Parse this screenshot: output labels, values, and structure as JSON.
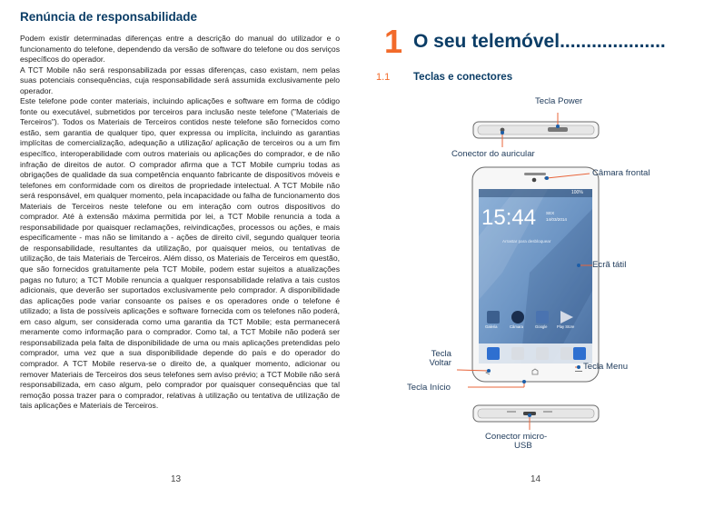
{
  "left_page": {
    "heading": "Renúncia de responsabilidade",
    "paragraphs": [
      "Podem existir determinadas diferenças entre a descrição do manual do utilizador e o funcionamento do telefone, dependendo da versão de software do telefone ou dos serviços específicos do operador.",
      "A TCT Mobile não será responsabilizada por essas diferenças, caso existam, nem pelas suas potenciais consequências, cuja responsabilidade será assumida exclusivamente pelo operador.",
      "Este telefone pode conter materiais, incluindo aplicações e software em forma de código fonte ou executável, submetidos por terceiros para inclusão neste telefone (\"Materiais de Terceiros\"). Todos os Materiais de Terceiros contidos neste telefone são fornecidos como estão, sem garantia de qualquer tipo, quer expressa ou implícita, incluindo as garantias implícitas de comercialização, adequação a utilização/ aplicação de terceiros ou a um fim específico, interoperabilidade com outros materiais ou aplicações do comprador, e de não infração de direitos de autor. O comprador afirma que a TCT Mobile cumpriu todas as obrigações de qualidade da sua competência enquanto fabricante de dispositivos móveis e telefones em conformidade com os direitos de propriedade intelectual. A TCT Mobile não será responsável, em qualquer momento, pela incapacidade ou falha de funcionamento dos Materiais de Terceiros neste telefone ou em interação com outros dispositivos do comprador. Até à extensão máxima permitida por lei, a TCT Mobile renuncia a toda a responsabilidade por quaisquer reclamações, reivindicações, processos ou ações, e mais especificamente - mas não se limitando a - ações de direito civil, segundo qualquer teoria de responsabilidade, resultantes da utilização, por quaisquer meios, ou tentativas de utilização, de tais Materiais de Terceiros. Além disso, os Materiais de Terceiros em questão, que são fornecidos gratuitamente pela TCT Mobile, podem estar sujeitos a atualizações pagas no futuro; a TCT Mobile renuncia a qualquer responsabilidade relativa a tais custos adicionais, que deverão ser suportados exclusivamente pelo comprador. A disponibilidade das aplicações pode variar consoante os países e os operadores onde o telefone é utilizado; a lista de possíveis aplicações e software fornecida com os telefones não poderá, em caso algum, ser considerada como uma garantia da TCT Mobile; esta permanecerá meramente como informação para o comprador. Como tal, a TCT Mobile não poderá ser responsabilizada pela falta de disponibilidade de uma ou mais aplicações pretendidas pelo comprador, uma vez que a sua disponibilidade depende do país e do operador do comprador. A TCT Mobile reserva-se o direito de, a qualquer momento, adicionar ou remover Materiais de Terceiros dos seus telefones sem aviso prévio; a TCT Mobile não será responsabilizada, em caso algum, pelo comprador por quaisquer consequências que tal remoção possa trazer para o comprador, relativas à utilização ou tentativa de utilização de tais aplicações e Materiais de Terceiros."
    ],
    "page_number": "13"
  },
  "right_page": {
    "chapter_number": "1",
    "chapter_title": "O seu telemóvel....................",
    "section_number": "1.1",
    "section_title": "Teclas e conectores",
    "labels": {
      "power_key": "Tecla Power",
      "headset_connector": "Conector do auricular",
      "front_camera": "Câmara frontal",
      "touchscreen": "Ecrã tátil",
      "back_key_line1": "Tecla",
      "back_key_line2": "Voltar",
      "menu_key": "Tecla Menu",
      "home_key": "Tecla Início",
      "usb_line1": "Conector micro-",
      "usb_line2": "USB"
    },
    "phone_screen": {
      "time": "15:44",
      "date_line1": "SEX",
      "date_line2": "14/03/2014",
      "status": "100%",
      "swipe_hint": "Arrastar para desbloquear",
      "apps": [
        "Galeria",
        "Câmara",
        "Google",
        "Play Store"
      ]
    },
    "colors": {
      "heading_blue": "#0b3d66",
      "accent_orange": "#f26a2a",
      "callout_line": "#e8643a",
      "callout_dot": "#1c5ea8"
    },
    "page_number": "14"
  }
}
